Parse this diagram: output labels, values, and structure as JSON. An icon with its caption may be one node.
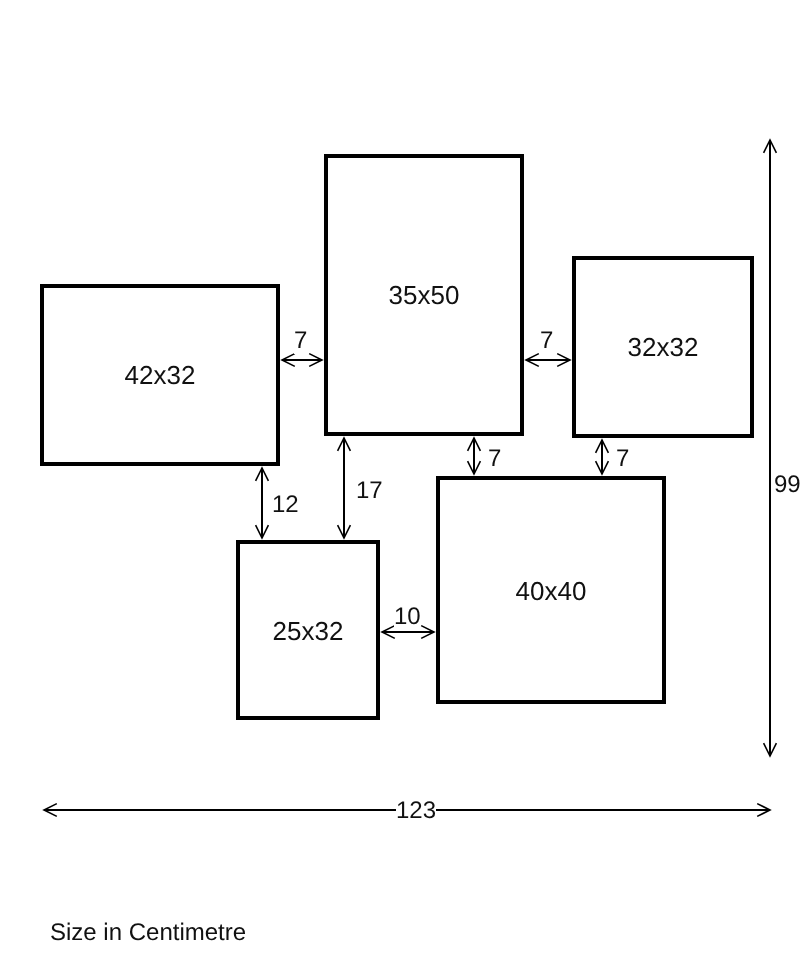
{
  "diagram": {
    "nodes": [
      {
        "text": [
          "35x50"
        ]
      },
      {
        "text": [
          "42x32"
        ]
      },
      {
        "text": [
          "32x32"
        ]
      },
      {
        "text": [
          "40x40"
        ]
      },
      {
        "text": [
          "25x32"
        ]
      }
    ],
    "edges": [
      {
        "from": 1,
        "to": 0,
        "arrow": "both",
        "label": "7"
      },
      {
        "from": 0,
        "to": 2,
        "arrow": "both",
        "label": "7"
      },
      {
        "from": 0,
        "to": 3,
        "arrow": "both",
        "label": "7"
      },
      {
        "from": 2,
        "to": 3,
        "arrow": "both",
        "label": "7"
      },
      {
        "from": 0,
        "to": 4,
        "arrow": "both",
        "label": "17"
      },
      {
        "from": 1,
        "to": 4,
        "arrow": "both",
        "label": "12"
      },
      {
        "from": 4,
        "to": 3,
        "arrow": "both",
        "label": "10"
      }
    ],
    "labels": [
      "99",
      "123",
      "Size in Centimetre"
    ]
  }
}
